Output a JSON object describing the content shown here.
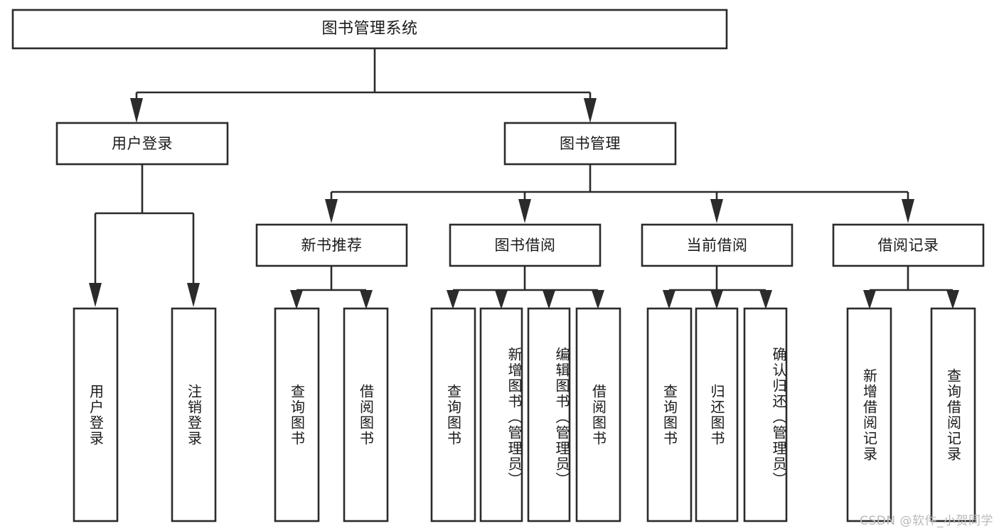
{
  "diagram": {
    "title": "图书管理系统",
    "type": "tree-hierarchy",
    "watermark": "CSDN @软件_小贺同学",
    "colors": {
      "stroke": "#2b2b2b",
      "box_fill": "#ffffff",
      "text": "#1a1a1a",
      "background": "#ffffff",
      "watermark": "#b9b9b9"
    },
    "levels": {
      "level0": [
        "图书管理系统"
      ],
      "level1": [
        "用户登录",
        "图书管理"
      ],
      "level2": [
        "新书推荐",
        "图书借阅",
        "当前借阅",
        "借阅记录"
      ],
      "level3": [
        "用户登录",
        "注销登录",
        "查询图书",
        "借阅图书",
        "查询图书",
        "新增图书（管理员）",
        "编辑图书（管理员）",
        "借阅图书",
        "查询图书",
        "归还图书",
        "确认归还（管理员）",
        "新增借阅记录",
        "查询借阅记录"
      ]
    },
    "nodes": {
      "root": {
        "label": "图书管理系统"
      },
      "user_login": {
        "label": "用户登录"
      },
      "book_manage": {
        "label": "图书管理"
      },
      "new_book_rec": {
        "label": "新书推荐"
      },
      "book_borrow": {
        "label": "图书借阅"
      },
      "current_borrow": {
        "label": "当前借阅"
      },
      "borrow_record": {
        "label": "借阅记录"
      },
      "leaf_user_login": {
        "label": "用户登录"
      },
      "leaf_logout": {
        "label": "注销登录"
      },
      "leaf_query_book_1": {
        "label": "查询图书"
      },
      "leaf_borrow_book_1": {
        "label": "借阅图书"
      },
      "leaf_query_book_2": {
        "label": "查询图书"
      },
      "leaf_add_book": {
        "label": "新增图书（管理员）"
      },
      "leaf_edit_book": {
        "label": "编辑图书（管理员）"
      },
      "leaf_borrow_book_2": {
        "label": "借阅图书"
      },
      "leaf_query_book_3": {
        "label": "查询图书"
      },
      "leaf_return_book": {
        "label": "归还图书"
      },
      "leaf_confirm_return": {
        "label": "确认归还（管理员）"
      },
      "leaf_add_record": {
        "label": "新增借阅记录"
      },
      "leaf_query_record": {
        "label": "查询借阅记录"
      }
    }
  }
}
